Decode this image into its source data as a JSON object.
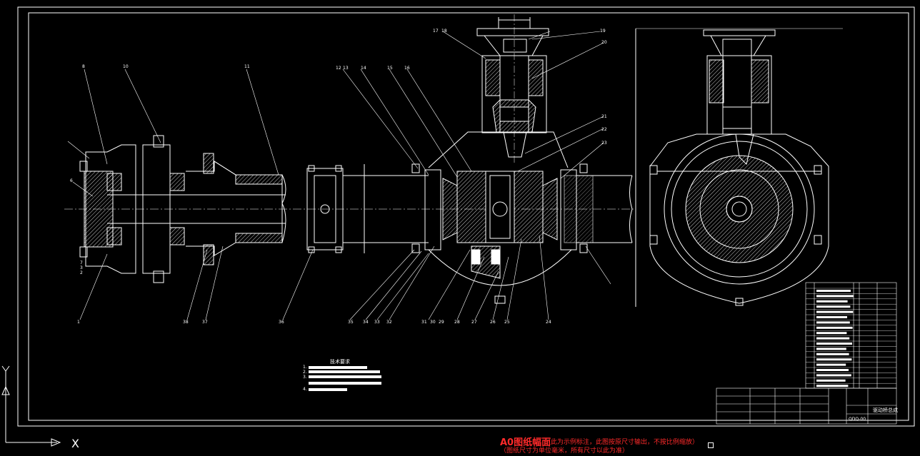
{
  "drawing": {
    "background": "#000000",
    "line_color": "#ffffff",
    "hatch_color": "#ffffff",
    "note_color": "#ff2a2a"
  },
  "balloons": {
    "left": [
      "8",
      "10",
      "11",
      "6",
      "7",
      "3",
      "2",
      "1",
      "38",
      "37",
      "36"
    ],
    "center": [
      "12",
      "13",
      "14",
      "15",
      "16",
      "35",
      "34",
      "33",
      "32",
      "31",
      "30",
      "29",
      "28",
      "27",
      "26",
      "25",
      "24"
    ],
    "top": [
      "17",
      "18",
      "19",
      "20",
      "21",
      "22",
      "23"
    ]
  },
  "tech_requirements": {
    "title": "技术要求",
    "lines": [
      "1.",
      "2.",
      "3.",
      "4."
    ]
  },
  "red_note": {
    "heading": "A0图纸幅面",
    "line1": "（此为示例标注，此图按原尺寸输出，不按比例缩放）",
    "line2": "（图纸尺寸为单位毫米，所有尺寸以此为准）"
  },
  "title_block": {
    "drawing_name": "驱动桥总成",
    "drawing_number": "QDQ-00"
  },
  "ucs": {
    "x_label": "X",
    "y_label": "Y"
  }
}
